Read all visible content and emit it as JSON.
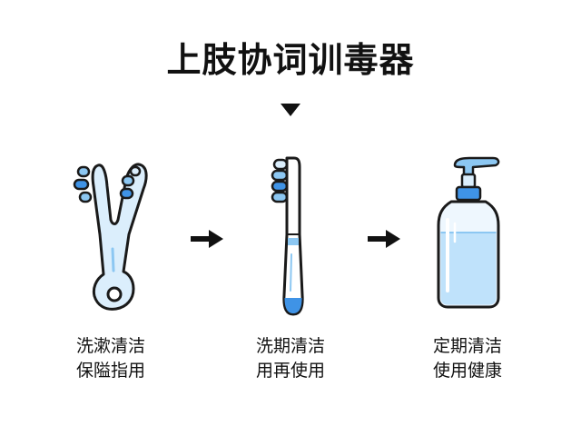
{
  "diagram": {
    "title": "上肢协词训毒器",
    "steps": [
      {
        "icon": "tongue-brush-icon",
        "caption": [
          "洗漱清洁",
          "保隘指用"
        ]
      },
      {
        "icon": "toothbrush-icon",
        "caption": [
          "洗期清洁",
          "用再使用"
        ]
      },
      {
        "icon": "sanitizer-bottle-icon",
        "caption": [
          "定期清洁",
          "使用健康"
        ]
      }
    ],
    "colors": {
      "outline": "#1a1a1a",
      "light_blue": "#dbeefc",
      "mid_blue": "#8cc7f2",
      "accent_blue": "#3f93e6",
      "liquid_blue": "#bfe2fb"
    }
  }
}
